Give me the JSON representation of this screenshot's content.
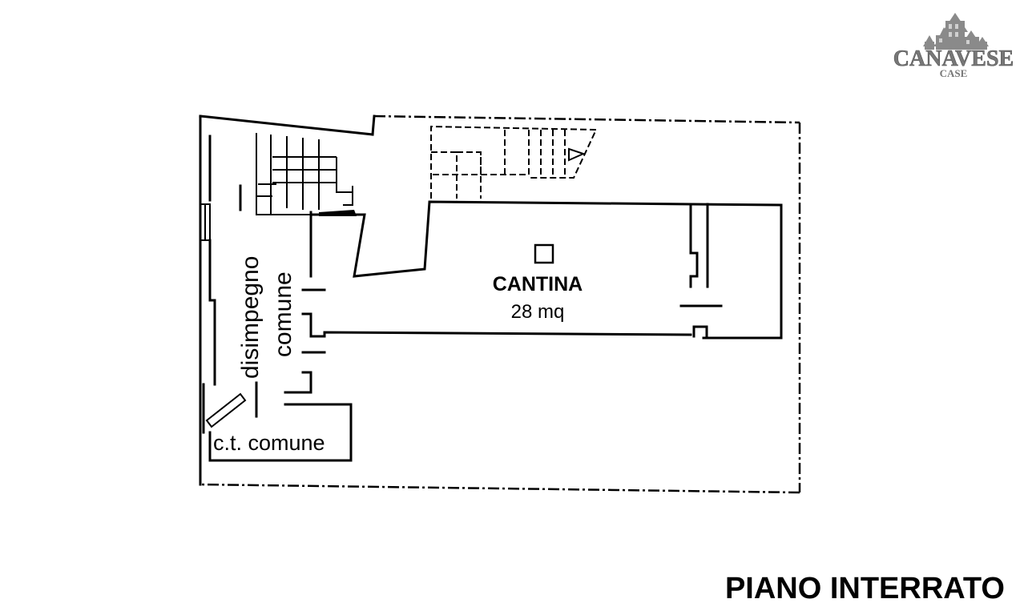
{
  "logo": {
    "brand": "CANAVESE",
    "sub": "CASE",
    "color": "#777777"
  },
  "rooms": {
    "cantina_name": "CANTINA",
    "cantina_area": "28 mq",
    "corridor_line1": "disimpegno",
    "corridor_line2": "comune",
    "boiler_room": "c.t. comune"
  },
  "floor_title": "PIANO INTERRATO"
}
